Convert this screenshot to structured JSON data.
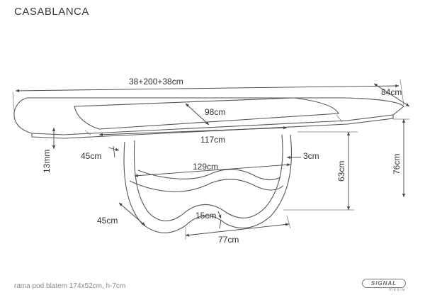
{
  "title": "CASABLANCA",
  "note": "rama pod blatem 174x52cm, h-7cm",
  "logo": {
    "brand": "SIGNAL",
    "sub": "meble"
  },
  "dimensions": {
    "length_total": "38+200+38cm",
    "depth": "84cm",
    "glass_insert": "98cm",
    "frame_length": "117cm",
    "top_thickness": "13mm",
    "base_offset": "45cm",
    "base_side_gap": "3cm",
    "base_inner_width": "129cm",
    "height_to_frame": "63cm",
    "height_total": "76cm",
    "base_depth": "45cm",
    "base_inner_gap": "15cm",
    "base_foot_length": "77cm"
  },
  "colors": {
    "line": "#555555",
    "text": "#333333"
  }
}
